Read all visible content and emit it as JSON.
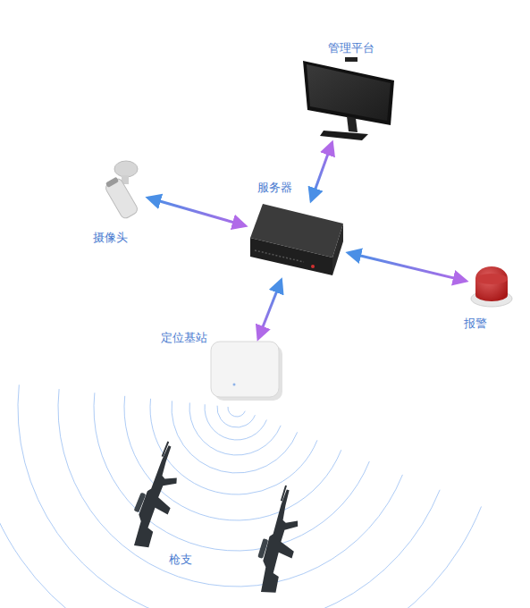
{
  "diagram": {
    "nodes": [
      {
        "text": [
          "管理平台"
        ]
      },
      {
        "text": [
          "服务器"
        ]
      },
      {
        "text": [
          "摄像头"
        ]
      },
      {
        "text": [
          "报警"
        ]
      },
      {
        "text": [
          "定位基站"
        ]
      }
    ],
    "edges": [
      {
        "from": 1,
        "to": 0,
        "arrow": "both"
      },
      {
        "from": 2,
        "to": 1,
        "arrow": "both"
      },
      {
        "from": 1,
        "to": 3,
        "arrow": "both"
      },
      {
        "from": 1,
        "to": 4,
        "arrow": "both"
      }
    ],
    "labels": [
      "枪支"
    ]
  }
}
